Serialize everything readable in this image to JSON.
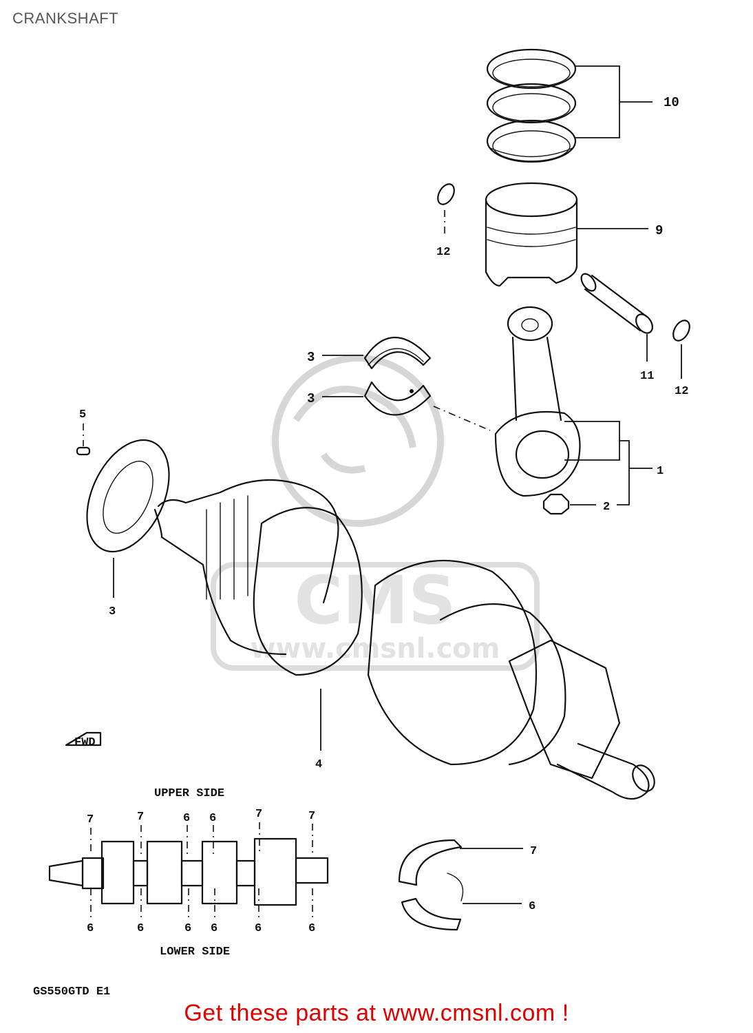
{
  "header": {
    "title": "CRANKSHAFT"
  },
  "watermark": {
    "logo_text": "CMS",
    "site_text": "www.cmsnl.com"
  },
  "callouts": {
    "rings": "10",
    "piston": "9",
    "circlip_left": "12",
    "circlip_right": "12",
    "piston_pin": "11",
    "bearing_upper": "3",
    "bearing_lower": "3",
    "conrod": "1",
    "nut": "2",
    "pin": "5",
    "seal": "3",
    "crankshaft": "4",
    "journal_upper": "7",
    "journal_lower": "6"
  },
  "direction_label": "FWD",
  "journal_chart": {
    "upper_label": "UPPER SIDE",
    "lower_label": "LOWER SIDE",
    "upper_numbers": [
      "7",
      "7",
      "6",
      "6",
      "7",
      "7"
    ],
    "lower_numbers": [
      "6",
      "6",
      "6",
      "6",
      "6",
      "6"
    ]
  },
  "model_code": "GS550GTD E1",
  "footer": {
    "cta": "Get these parts at www.cmsnl.com !"
  }
}
